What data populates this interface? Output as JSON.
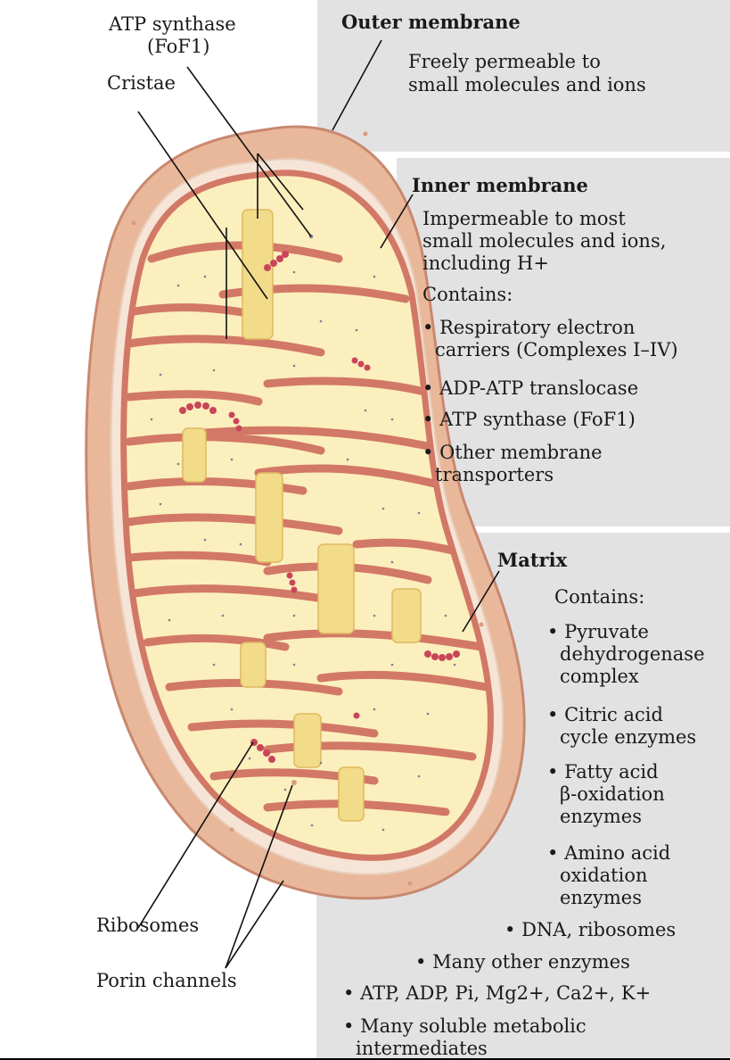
{
  "labels": {
    "atp_synthase_line1": "ATP synthase",
    "atp_synthase_line2": "(FoF1)",
    "cristae": "Cristae",
    "ribosomes": "Ribosomes",
    "porin_channels": "Porin channels"
  },
  "outer_membrane": {
    "title": "Outer membrane",
    "description_line1": "Freely permeable to",
    "description_line2": "small molecules and ions"
  },
  "inner_membrane": {
    "title": "Inner membrane",
    "description_line1": "Impermeable to most",
    "description_line2": "small molecules and ions,",
    "description_line3": "including H+",
    "contains": "Contains:",
    "items": [
      {
        "line1": "Respiratory electron",
        "line2": "carriers (Complexes I–IV)"
      },
      {
        "line1": "ADP-ATP translocase"
      },
      {
        "line1": "ATP synthase (FoF1)"
      },
      {
        "line1": "Other membrane",
        "line2": "transporters"
      }
    ]
  },
  "matrix": {
    "title": "Matrix",
    "contains": "Contains:",
    "items": [
      {
        "line1": "Pyruvate",
        "line2": "dehydrogenase",
        "line3": "complex"
      },
      {
        "line1": "Citric acid",
        "line2": "cycle enzymes"
      },
      {
        "line1": "Fatty acid",
        "line2": "β-oxidation",
        "line3": "enzymes"
      },
      {
        "line1": "Amino acid",
        "line2": "oxidation",
        "line3": "enzymes"
      },
      {
        "line1": "DNA, ribosomes"
      },
      {
        "line1": "Many other enzymes"
      },
      {
        "line1": "ATP, ADP, Pi, Mg2+, Ca2+, K+"
      },
      {
        "line1": "Many soluble metabolic",
        "line2": "intermediates"
      }
    ]
  },
  "colors": {
    "panel_gray": "#e2e2e2",
    "outer_membrane_fill": "#e9b89a",
    "inner_membrane_stroke": "#d27866",
    "matrix_fill": "#fbefbd",
    "crista_fill": "#f2dc8a",
    "ribosome_red": "#c9455a"
  }
}
